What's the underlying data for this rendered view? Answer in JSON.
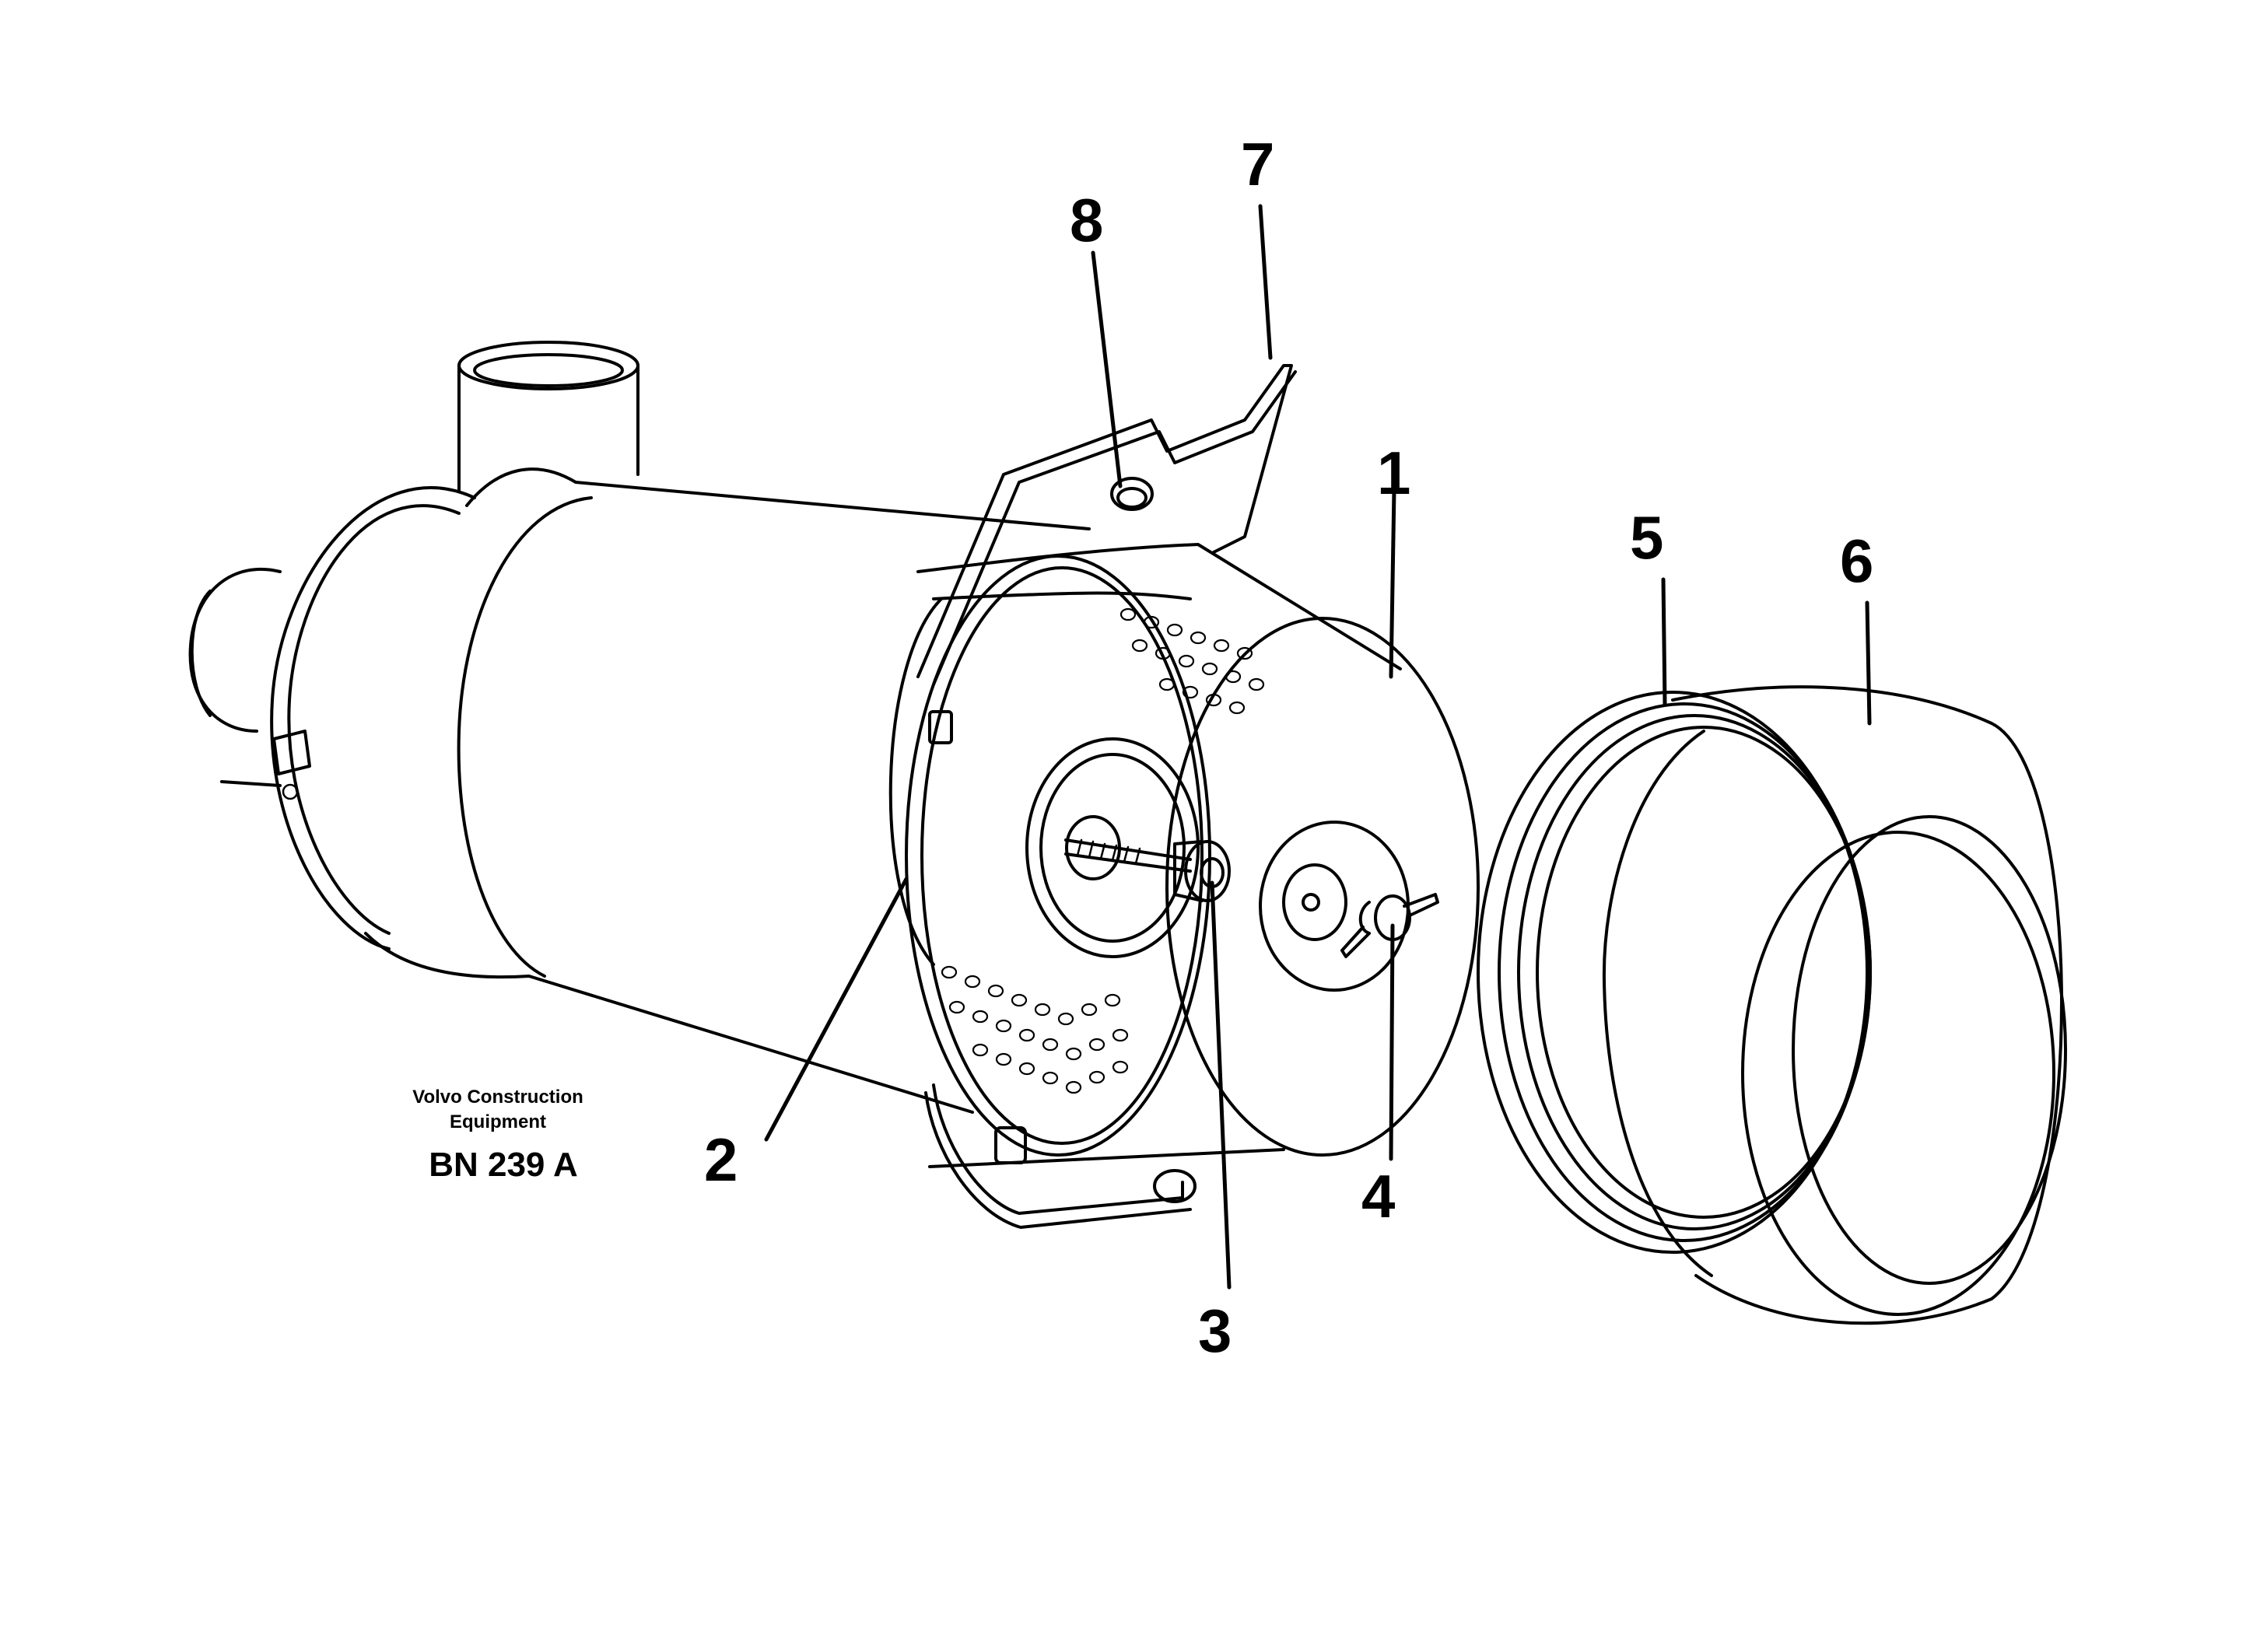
{
  "caption": {
    "line1": "Volvo Construction",
    "line2": "Equipment",
    "code": "BN 239 A"
  },
  "callouts": [
    {
      "id": "1",
      "label": "1"
    },
    {
      "id": "2",
      "label": "2"
    },
    {
      "id": "3",
      "label": "3"
    },
    {
      "id": "4",
      "label": "4"
    },
    {
      "id": "5",
      "label": "5"
    },
    {
      "id": "6",
      "label": "6"
    },
    {
      "id": "7",
      "label": "7"
    },
    {
      "id": "8",
      "label": "8"
    }
  ],
  "colors": {
    "ink": "#000000",
    "background": "#ffffff"
  }
}
